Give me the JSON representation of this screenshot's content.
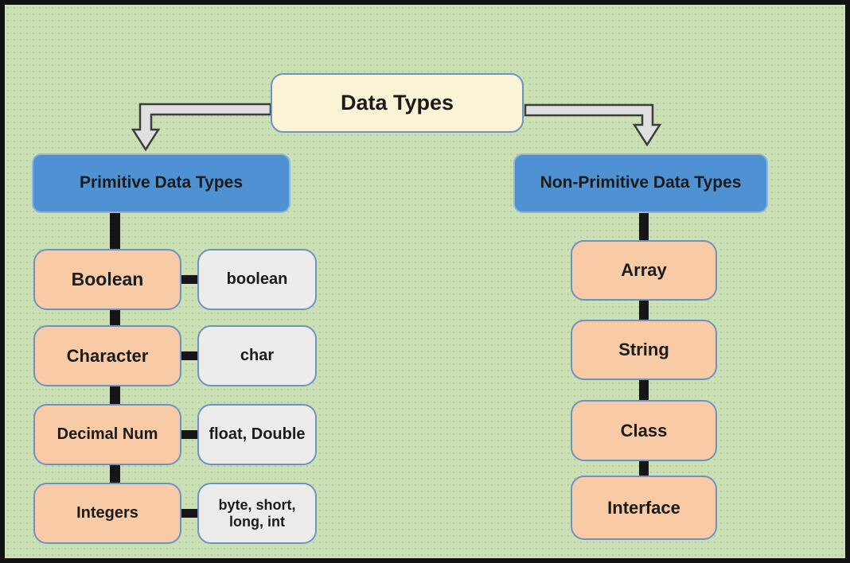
{
  "root": {
    "label": "Data Types"
  },
  "left_branch": {
    "title": "Primitive Data Types",
    "rows": [
      {
        "type": "Boolean",
        "keywords": "boolean"
      },
      {
        "type": "Character",
        "keywords": "char"
      },
      {
        "type": "Decimal Num",
        "keywords": "float, Double"
      },
      {
        "type": "Integers",
        "keywords": "byte, short, long, int"
      }
    ]
  },
  "right_branch": {
    "title": "Non-Primitive Data Types",
    "items": [
      {
        "label": "Array"
      },
      {
        "label": "String"
      },
      {
        "label": "Class"
      },
      {
        "label": "Interface"
      }
    ]
  },
  "icons": {
    "left_arrow": "elbow-arrow-down-left",
    "right_arrow": "elbow-arrow-down-right"
  },
  "colors": {
    "background": "#cbe0b5",
    "background_dots": "#b2cc9b",
    "outer_border": "#121212",
    "root_fill": "#fbf3d5",
    "branch_fill": "#4f92d3",
    "type_fill": "#f8caa5",
    "keyword_fill": "#ececea",
    "box_border": "#6d93c2",
    "connector": "#151515",
    "arrow_fill": "#e0e0e0",
    "arrow_outline": "#3d3d3d",
    "text": "#1b1b1b"
  }
}
